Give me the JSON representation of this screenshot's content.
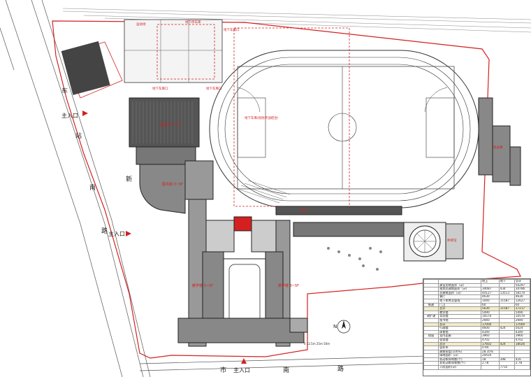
{
  "plan": {
    "roads": {
      "west_1": "车",
      "west_2": "站",
      "west_3": "南",
      "west_4": "路",
      "west_5": "新",
      "south_1": "市",
      "south_2": "南",
      "south_3": "路"
    },
    "entrances": {
      "main_west": "主入口",
      "main_west_2": "主入口",
      "main_south": "主入口"
    },
    "labels": {
      "sports_court": "运动场",
      "bike_shed": "地下停车库",
      "parking_entry_1": "地下车库口",
      "parking_entry_2": "地下车库口",
      "parking_entry_3": "地下车库口",
      "underground_parking": "地下车库(民防平战结合)",
      "canteen": "食堂楼\n3~4F",
      "library": "图书馆\n3~5F",
      "teaching_west": "教学楼\n3~5F",
      "teaching_east": "教学楼\n3~5F",
      "admin": "行政楼",
      "gym": "体育馆",
      "dorm": "宿舍楼",
      "stand": "看台"
    },
    "scale": "0  12.5m  25m        50m",
    "north": "N"
  },
  "stats": {
    "header": [
      "",
      "",
      "地上",
      "地下",
      "总计"
    ],
    "rows": [
      [
        "",
        "建设用地面积（㎡）",
        "",
        "",
        "50297"
      ],
      [
        "",
        "规划总建筑面积（㎡）",
        "34087",
        "434",
        "34786"
      ],
      [
        "",
        "总建筑面积（㎡）",
        "44127",
        "13513",
        "58170"
      ],
      [
        "",
        "餐厅",
        "4630",
        "",
        "4630"
      ],
      [
        "",
        "地下车库及管线",
        "1040",
        "11587",
        "12627"
      ],
      [
        "新建",
        "门卫",
        "60",
        "",
        "60"
      ],
      [
        "",
        "总计",
        "5630",
        "11587",
        "17217"
      ],
      [
        "",
        "教学楼",
        "5490",
        "",
        "5490"
      ],
      [
        "改扩建",
        "实验楼",
        "10570",
        "",
        "10570"
      ],
      [
        "",
        "图书馆",
        "2940",
        "",
        "2940"
      ],
      [
        "",
        "总计",
        "17000",
        "",
        "17000"
      ],
      [
        "",
        "行政楼",
        "4600",
        "424",
        "5024"
      ],
      [
        "",
        "体育馆",
        "4340",
        "",
        "4340"
      ],
      [
        "保留",
        "室内走廊",
        "3960",
        "",
        "3960"
      ],
      [
        "",
        "宿舍楼",
        "4702",
        "",
        "4702"
      ],
      [
        "",
        "总计",
        "17602",
        "424",
        "18026"
      ],
      [
        "",
        "容积率",
        "0.94",
        "",
        ""
      ],
      [
        "",
        "建筑密度(100%)",
        "28.35%",
        "",
        ""
      ],
      [
        "",
        "绿地面积（㎡）",
        "20420",
        "",
        ""
      ],
      [
        "",
        "机动车停车数(个)",
        "18",
        "398",
        "416"
      ],
      [
        "",
        "非机动车停车数(个)",
        "2.78",
        "",
        "2.78"
      ],
      [
        "",
        "人防面积(㎡)",
        "",
        "7735",
        ""
      ]
    ]
  }
}
